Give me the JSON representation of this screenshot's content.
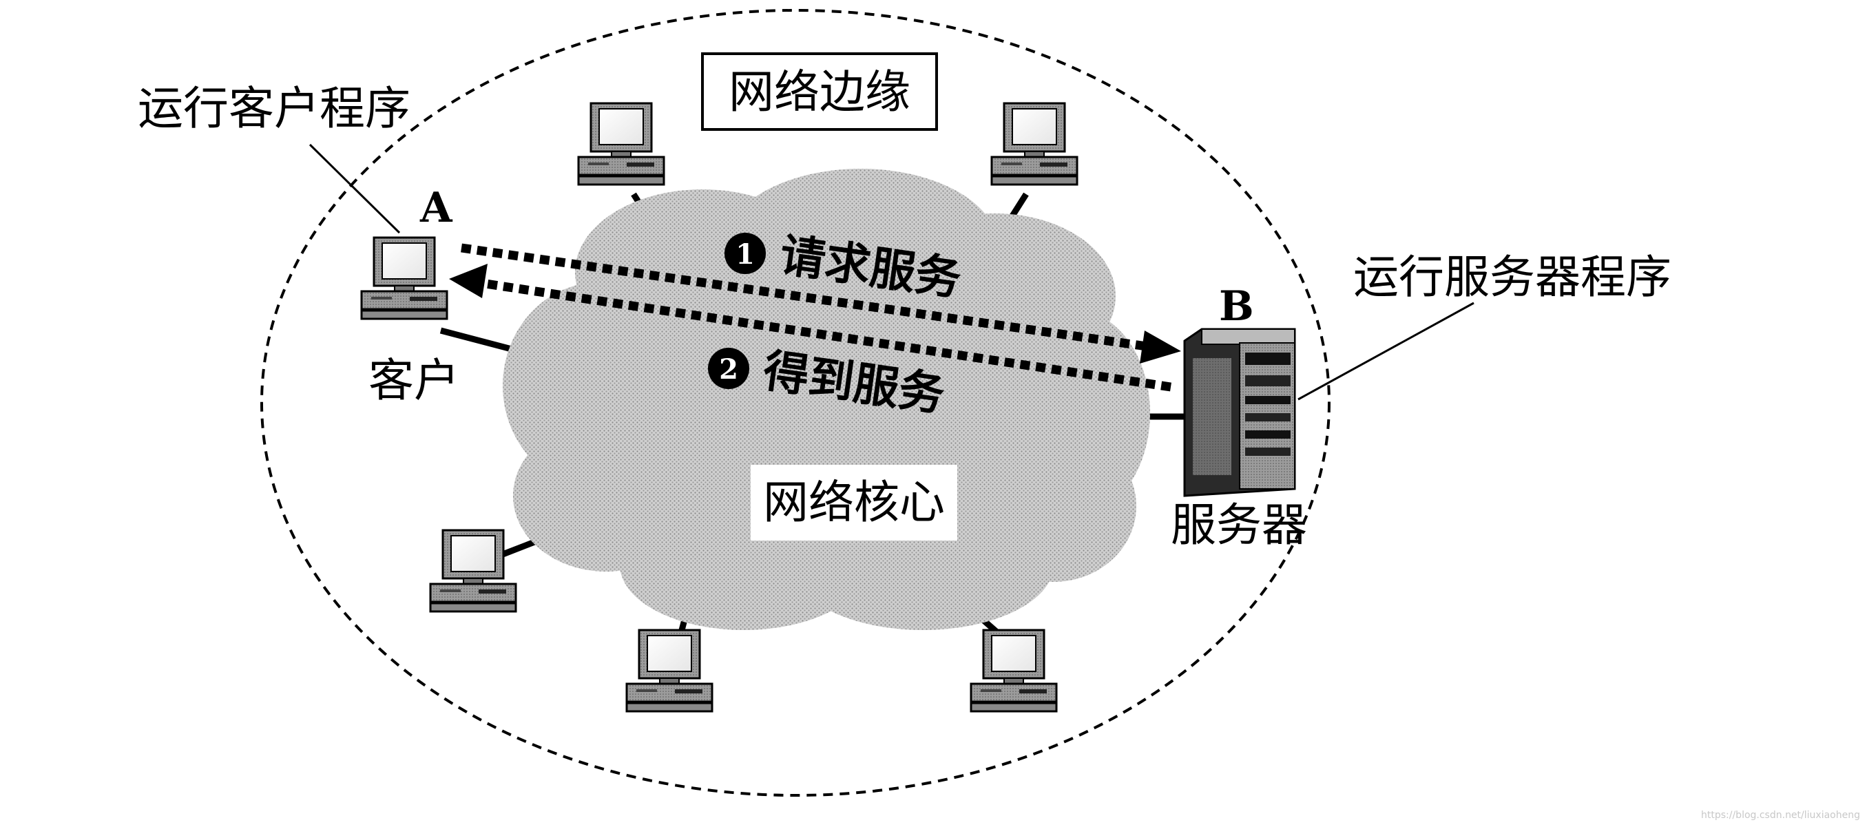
{
  "labels": {
    "edge_box": "网络边缘",
    "core_box": "网络核心",
    "client_program": "运行客户程序",
    "server_program": "运行服务器程序",
    "client": "客户",
    "server": "服务器",
    "host_a": "A",
    "host_b": "B"
  },
  "steps": [
    {
      "number": "1",
      "label": "请求服务"
    },
    {
      "number": "2",
      "label": "得到服务"
    }
  ],
  "watermark": "https://blog.csdn.net/liuxiaoheng",
  "colors": {
    "cloud_fill": "#c9c9c9",
    "line": "#000000",
    "background": "#ffffff"
  }
}
